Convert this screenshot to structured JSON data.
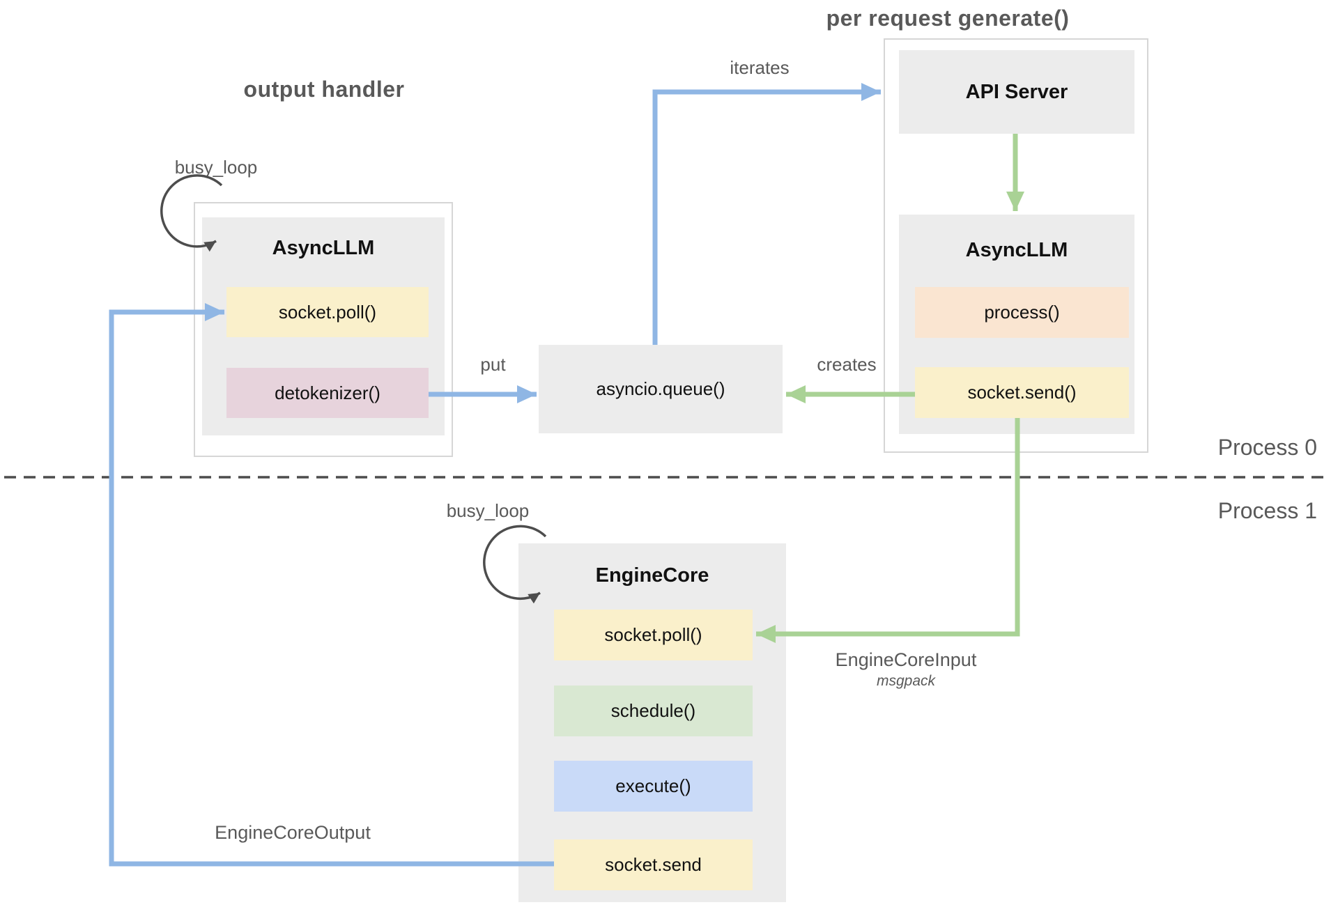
{
  "colors": {
    "group_gray": "#ececec",
    "outer_border": "#d6d6d6",
    "yellow": "#faf0cb",
    "pink": "#e7d3dc",
    "peach": "#fae5d1",
    "green_box": "#d9e8d2",
    "blue_box": "#c9daf8",
    "arrow_blue": "#8fb6e4",
    "arrow_green": "#a9d295",
    "loop_dark": "#4d4d4d",
    "label_gray": "#595959"
  },
  "output_handler": {
    "title": "output handler",
    "busy_loop": "busy_loop",
    "box_title": "AsyncLLM",
    "methods": [
      {
        "label": "socket.poll()",
        "color": "#faf0cb"
      },
      {
        "label": "detokenizer()",
        "color": "#e7d3dc"
      }
    ]
  },
  "queue": {
    "label": "asyncio.queue()"
  },
  "per_request": {
    "title": "per request generate()",
    "api_server": "API Server",
    "box_title": "AsyncLLM",
    "methods": [
      {
        "label": "process()",
        "color": "#fae5d1"
      },
      {
        "label": "socket.send()",
        "color": "#faf0cb"
      }
    ]
  },
  "engine_core": {
    "busy_loop": "busy_loop",
    "box_title": "EngineCore",
    "methods": [
      {
        "label": "socket.poll()",
        "color": "#faf0cb"
      },
      {
        "label": "schedule()",
        "color": "#d9e8d2"
      },
      {
        "label": "execute()",
        "color": "#c9daf8"
      },
      {
        "label": "socket.send",
        "color": "#faf0cb"
      }
    ]
  },
  "arrows": {
    "iterates": "iterates",
    "put": "put",
    "creates": "creates",
    "engine_core_input": "EngineCoreInput",
    "engine_core_input_sub": "msgpack",
    "engine_core_output": "EngineCoreOutput"
  },
  "processes": {
    "process_0": "Process 0",
    "process_1": "Process 1"
  }
}
